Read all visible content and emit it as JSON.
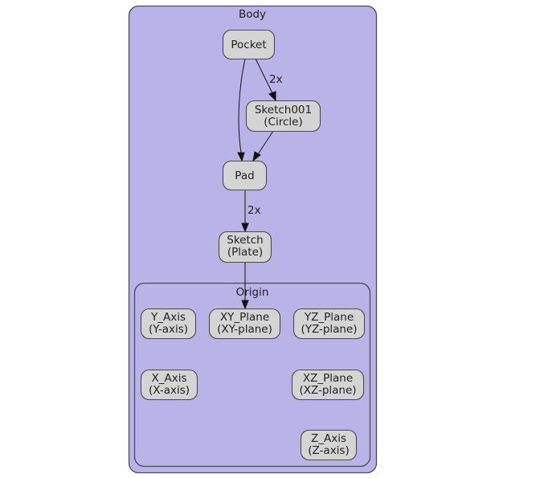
{
  "colors": {
    "cluster_fill": "#b8b4e8",
    "node_fill": "#d4d4d4",
    "border": "#4a4a4a",
    "text": "#222222"
  },
  "clusters": {
    "body": {
      "label": "Body"
    },
    "origin": {
      "label": "Origin"
    }
  },
  "nodes": {
    "pocket": {
      "lines": [
        "Pocket"
      ]
    },
    "sketch001": {
      "lines": [
        "Sketch001",
        "(Circle)"
      ]
    },
    "pad": {
      "lines": [
        "Pad"
      ]
    },
    "sketch": {
      "lines": [
        "Sketch",
        "(Plate)"
      ]
    },
    "y_axis": {
      "lines": [
        "Y_Axis",
        "(Y-axis)"
      ]
    },
    "xy_plane": {
      "lines": [
        "XY_Plane",
        "(XY-plane)"
      ]
    },
    "yz_plane": {
      "lines": [
        "YZ_Plane",
        "(YZ-plane)"
      ]
    },
    "x_axis": {
      "lines": [
        "X_Axis",
        "(X-axis)"
      ]
    },
    "xz_plane": {
      "lines": [
        "XZ_Plane",
        "(XZ-plane)"
      ]
    },
    "z_axis": {
      "lines": [
        "Z_Axis",
        "(Z-axis)"
      ]
    }
  },
  "edges": [
    {
      "from": "Pocket",
      "to": "Sketch001",
      "label": "2x"
    },
    {
      "from": "Pocket",
      "to": "Pad",
      "label": ""
    },
    {
      "from": "Sketch001",
      "to": "Pad",
      "label": ""
    },
    {
      "from": "Pad",
      "to": "Sketch",
      "label": "2x"
    },
    {
      "from": "Sketch",
      "to": "XY_Plane",
      "label": ""
    }
  ],
  "edge_labels": {
    "pocket_sketch001": "2x",
    "pad_sketch": "2x"
  }
}
